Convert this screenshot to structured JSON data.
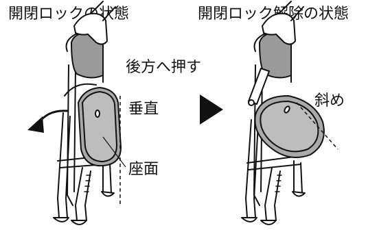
{
  "left_panel": {
    "title": "開閉ロックの状態",
    "push_label": "後方へ押す",
    "vertical_label": "垂直",
    "seat_label": "座面"
  },
  "right_panel": {
    "title": "開閉ロック解除の状態",
    "angle_label": "斜め"
  },
  "arrow_icon": "right-triangle-arrow",
  "colors": {
    "seat_fill": "#a9a9a9",
    "seat_highlight": "#d6d6d6",
    "line": "#111111"
  }
}
